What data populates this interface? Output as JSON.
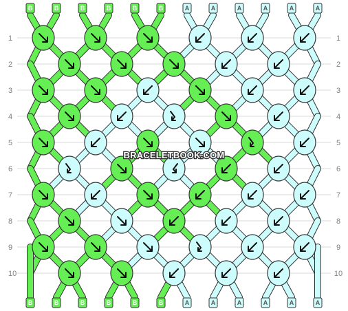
{
  "site": {
    "watermark": "BRACELETBOOK.COM"
  },
  "colors": {
    "B": "#66ee55",
    "A": "#ccfcfc",
    "outline": "#333333",
    "grid": "#d8d8d8",
    "row_number": "#808080"
  },
  "threads": {
    "top": [
      "B",
      "B",
      "B",
      "B",
      "B",
      "B",
      "A",
      "A",
      "A",
      "A",
      "A",
      "A"
    ],
    "bottom": [
      "B",
      "B",
      "B",
      "B",
      "B",
      "B",
      "A",
      "A",
      "A",
      "A",
      "A",
      "A"
    ]
  },
  "row_numbers": [
    "1",
    "2",
    "3",
    "4",
    "5",
    "6",
    "7",
    "8",
    "9",
    "10"
  ],
  "knot_legend": {
    "f": "forward knot (arrow down-right)",
    "b": "backward knot (arrow down-left)",
    "fb": "forward-backward (arrow down then right)",
    "bf": "backward-forward (arrow down then left)"
  },
  "rows": [
    [
      {
        "c": "B",
        "k": "f"
      },
      {
        "c": "B",
        "k": "f"
      },
      {
        "c": "B",
        "k": "f"
      },
      {
        "c": "A",
        "k": "b"
      },
      {
        "c": "A",
        "k": "b"
      },
      {
        "c": "A",
        "k": "b"
      }
    ],
    [
      {
        "c": "B",
        "k": "f"
      },
      {
        "c": "B",
        "k": "f"
      },
      {
        "c": "B",
        "k": "f"
      },
      {
        "c": "A",
        "k": "b"
      },
      {
        "c": "A",
        "k": "b"
      }
    ],
    [
      {
        "c": "B",
        "k": "f"
      },
      {
        "c": "B",
        "k": "f"
      },
      {
        "c": "A",
        "k": "b"
      },
      {
        "c": "B",
        "k": "f"
      },
      {
        "c": "A",
        "k": "b"
      },
      {
        "c": "A",
        "k": "b"
      }
    ],
    [
      {
        "c": "B",
        "k": "f"
      },
      {
        "c": "A",
        "k": "b"
      },
      {
        "c": "A",
        "k": "fb"
      },
      {
        "c": "B",
        "k": "f"
      },
      {
        "c": "A",
        "k": "b"
      }
    ],
    [
      {
        "c": "B",
        "k": "f"
      },
      {
        "c": "A",
        "k": "b"
      },
      {
        "c": "B",
        "k": "f"
      },
      {
        "c": "A",
        "k": "f"
      },
      {
        "c": "B",
        "k": "fb"
      },
      {
        "c": "A",
        "k": "b"
      }
    ],
    [
      {
        "c": "A",
        "k": "fb"
      },
      {
        "c": "B",
        "k": "f"
      },
      {
        "c": "A",
        "k": "bf"
      },
      {
        "c": "B",
        "k": "b"
      },
      {
        "c": "A",
        "k": "b"
      }
    ],
    [
      {
        "c": "B",
        "k": "f"
      },
      {
        "c": "A",
        "k": "b"
      },
      {
        "c": "B",
        "k": "f"
      },
      {
        "c": "B",
        "k": "b"
      },
      {
        "c": "A",
        "k": "b"
      },
      {
        "c": "A",
        "k": "b"
      }
    ],
    [
      {
        "c": "B",
        "k": "f"
      },
      {
        "c": "A",
        "k": "f"
      },
      {
        "c": "B",
        "k": "b"
      },
      {
        "c": "A",
        "k": "b"
      },
      {
        "c": "A",
        "k": "b"
      }
    ],
    [
      {
        "c": "B",
        "k": "f"
      },
      {
        "c": "B",
        "k": "f"
      },
      {
        "c": "A",
        "k": "f"
      },
      {
        "c": "A",
        "k": "fb"
      },
      {
        "c": "A",
        "k": "b"
      },
      {
        "c": "A",
        "k": "b"
      }
    ],
    [
      {
        "c": "B",
        "k": "f"
      },
      {
        "c": "B",
        "k": "f"
      },
      {
        "c": "A",
        "k": "b"
      },
      {
        "c": "A",
        "k": "b"
      },
      {
        "c": "A",
        "k": "b"
      }
    ]
  ]
}
